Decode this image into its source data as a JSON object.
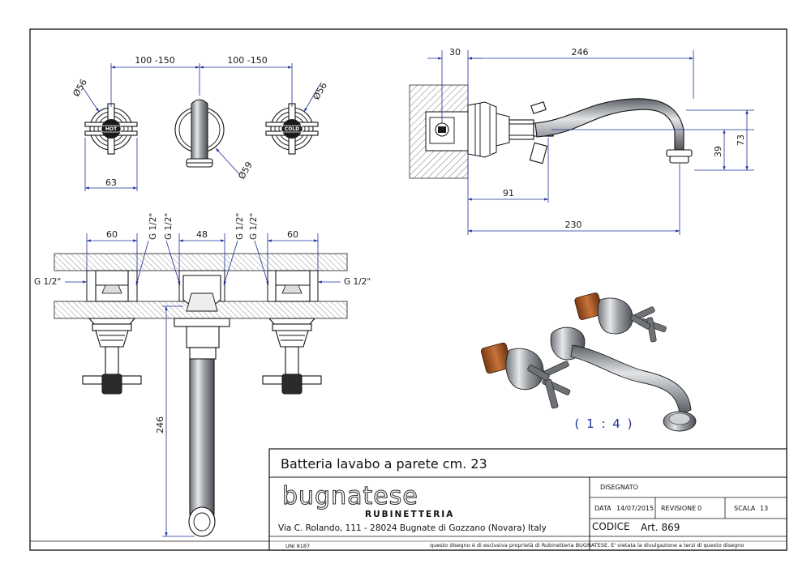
{
  "top_view": {
    "dims": {
      "spacing_left": "100 -150",
      "spacing_right": "100 -150",
      "diam_left": "Ø56",
      "diam_right": "Ø56",
      "diam_spout": "Ø59",
      "width": "63"
    },
    "handle_caps": {
      "left": "HOT",
      "right": "COLD"
    }
  },
  "side_view": {
    "dims": {
      "depth": "30",
      "spout_length": "246",
      "to_handle": "91",
      "total": "230",
      "outlet": "39",
      "height": "73"
    }
  },
  "front_view": {
    "dims": {
      "left": "60",
      "middle": "48",
      "right": "60",
      "spout_drop": "246"
    },
    "threads": {
      "left_side": "G 1/2\"",
      "right_side": "G 1/2\"",
      "top_1": "G 1/2\"",
      "top_2": "G 1/2\"",
      "top_3": "G 1/2\"",
      "top_4": "G 1/2\""
    }
  },
  "scale_label": "( 1 : 4 )",
  "title_block": {
    "title": "Batteria lavabo a parete cm. 23",
    "brand": "bugnatese",
    "brand_sub": "RUBINETTERIA",
    "address": "Via C. Rolando, 111 - 28024 Bugnate di Gozzano (Novara) Italy",
    "disegnato_label": "DISEGNATO",
    "data_label": "DATA",
    "data_value": "14/07/2015",
    "revisione_label": "REVISIONE",
    "revisione_value": "0",
    "scala_label": "SCALA",
    "scala_value": "13",
    "codice_label": "CODICE",
    "codice_value": "Art. 869",
    "uni": "UNI 8187",
    "notice": "questo disegno è di esclusiva proprietà di Rubinetteria BUGNATESE. E' vietata la divulgazione a terzi di questo disegno"
  },
  "colors": {
    "dimension_line": "#1e2f9c",
    "outline": "#111111",
    "wall_hatch": "#666666",
    "brass_copper": "#b8602a"
  }
}
